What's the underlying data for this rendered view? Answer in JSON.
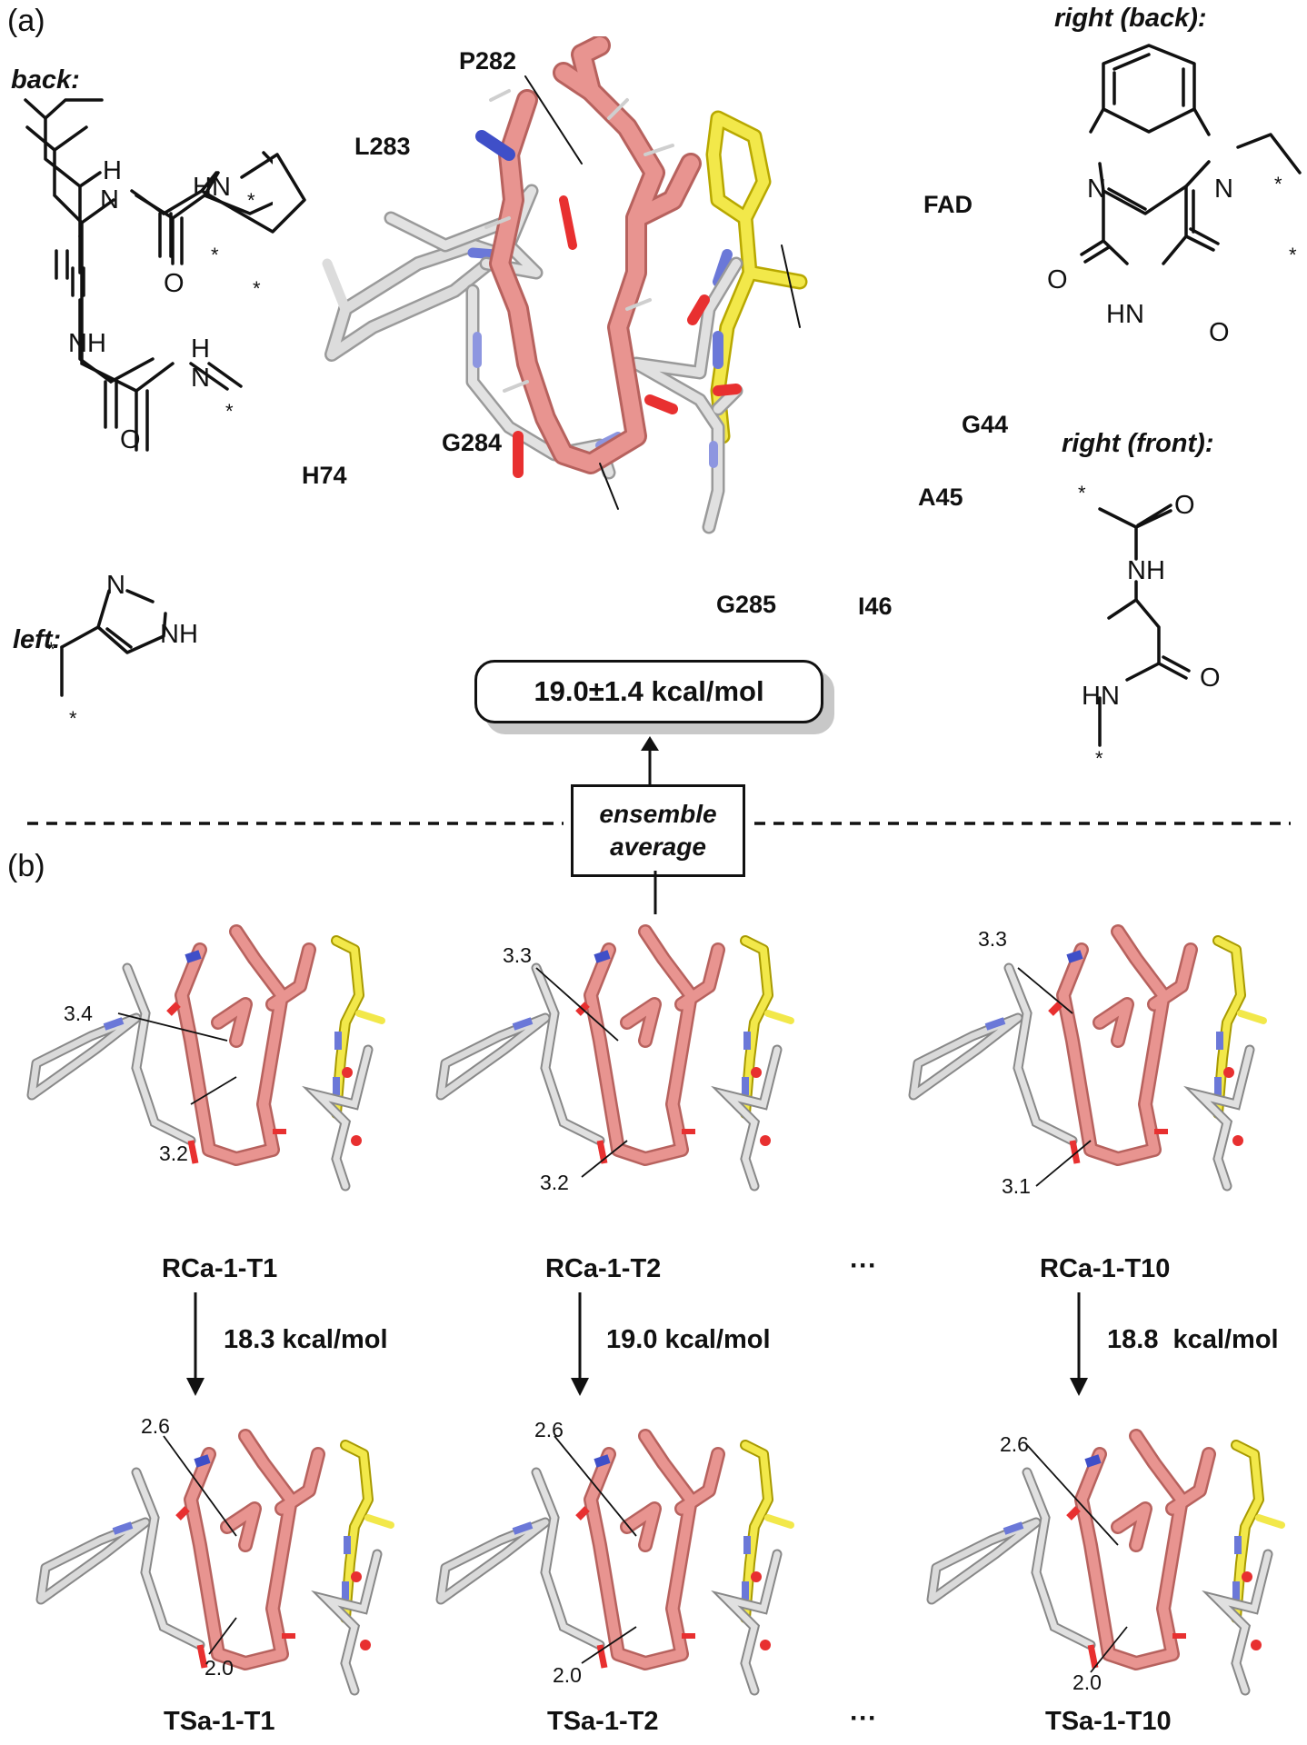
{
  "panel_a": {
    "label": "(a)",
    "back_title": "back:",
    "left_title": "left:",
    "right_back_title": "right (back):",
    "right_front_title": "right (front):",
    "residues": [
      "P282",
      "L283",
      "FAD",
      "H74",
      "G284",
      "G44",
      "A45",
      "G285",
      "I46"
    ],
    "chem_back_labels": [
      "H",
      "N",
      "HN",
      "O",
      "NH",
      "H",
      "N",
      "O",
      "*",
      "*",
      "*",
      "*"
    ],
    "chem_left_labels": [
      "N",
      "NH",
      "*",
      "*"
    ],
    "chem_right_back_labels": [
      "N",
      "N",
      "O",
      "HN",
      "O",
      "*",
      "*"
    ],
    "chem_right_front_labels": [
      "*",
      "O",
      "NH",
      "HN",
      "O",
      "*"
    ],
    "energy": "19.0±1.4 kcal/mol",
    "ensemble_line1": "ensemble",
    "ensemble_line2": "average"
  },
  "panel_b": {
    "label": "(b)",
    "ellipsis": "···",
    "reactants": [
      {
        "name": "RCa-1-T1",
        "d1": "3.4",
        "d2": "3.2"
      },
      {
        "name": "RCa-1-T2",
        "d1": "3.3",
        "d2": "3.2"
      },
      {
        "name": "RCa-1-T10",
        "d1": "3.3",
        "d2": "3.1"
      }
    ],
    "barriers": [
      "18.3 kcal/mol",
      "19.0 kcal/mol",
      "18.8  kcal/mol"
    ],
    "transition_states": [
      {
        "name": "TSa-1-T1",
        "d1": "2.6",
        "d2": "2.0"
      },
      {
        "name": "TSa-1-T2",
        "d1": "2.6",
        "d2": "2.0"
      },
      {
        "name": "TSa-1-T10",
        "d1": "2.6",
        "d2": "2.0"
      }
    ]
  },
  "colors": {
    "substrate": "#e89490",
    "substrate_edge": "#c9706c",
    "fad": "#f2e84a",
    "protein": "#d6d6d6",
    "nitrogen": "#6b78d8",
    "oxygen": "#e83030"
  }
}
